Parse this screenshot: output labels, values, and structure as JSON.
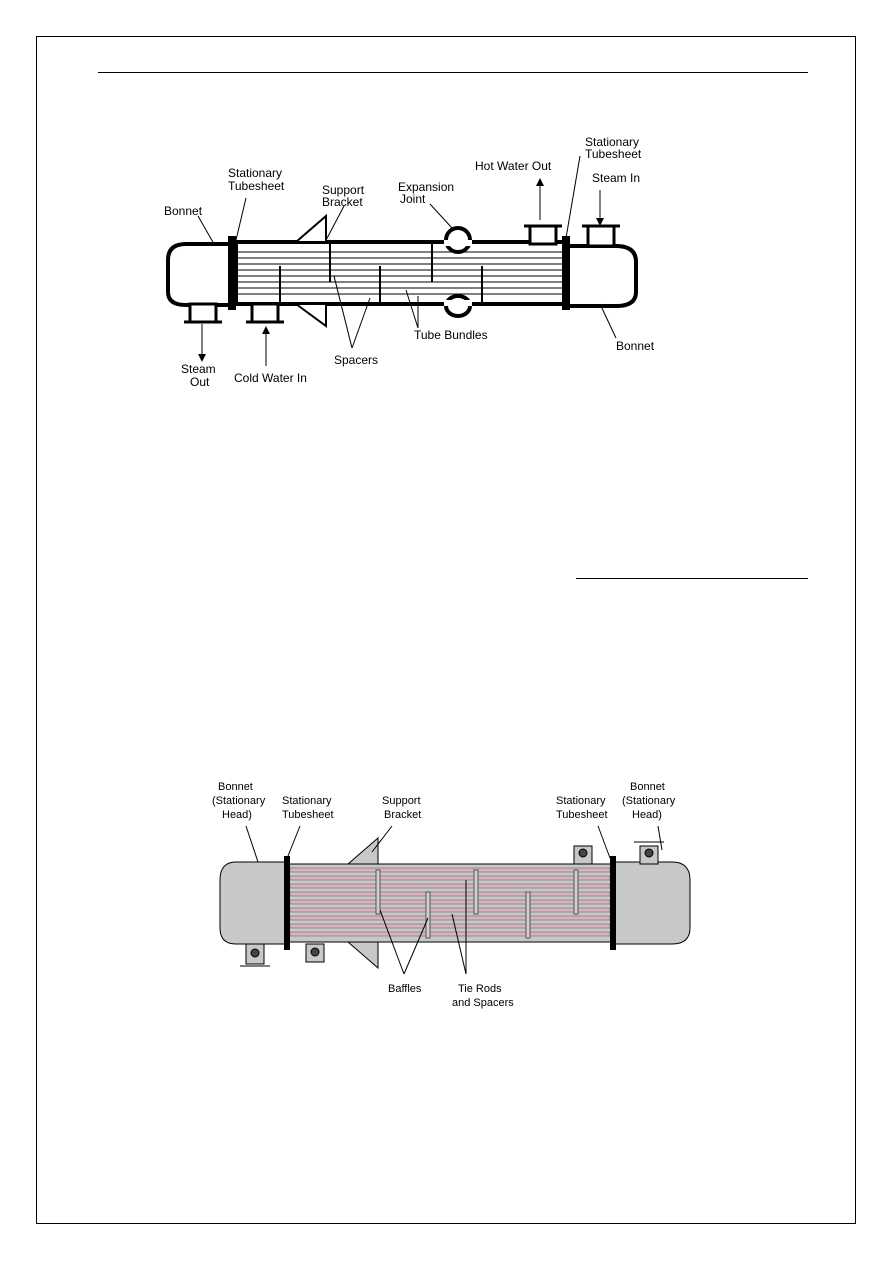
{
  "figure1": {
    "labels": {
      "stationary_tubesheet_left_1": "Stationary",
      "stationary_tubesheet_left_2": "Tubesheet",
      "support_bracket_1": "Support",
      "support_bracket_2": "Bracket",
      "expansion_joint_1": "Expansion",
      "expansion_joint_2": "Joint",
      "hot_water_out": "Hot Water Out",
      "stationary_tubesheet_right_1": "Stationary",
      "stationary_tubesheet_right_2": "Tubesheet",
      "steam_in": "Steam In",
      "bonnet_left": "Bonnet",
      "bonnet_right": "Bonnet",
      "steam_out_1": "Steam",
      "steam_out_2": "Out",
      "cold_water_in": "Cold Water In",
      "spacers": "Spacers",
      "tube_bundles": "Tube Bundles"
    }
  },
  "figure2": {
    "labels": {
      "bonnet_left_1": "Bonnet",
      "bonnet_left_2": "(Stationary",
      "bonnet_left_3": "Head)",
      "stationary_tubesheet_left_1": "Stationary",
      "stationary_tubesheet_left_2": "Tubesheet",
      "support_bracket_1": "Support",
      "support_bracket_2": "Bracket",
      "stationary_tubesheet_right_1": "Stationary",
      "stationary_tubesheet_right_2": "Tubesheet",
      "bonnet_right_1": "Bonnet",
      "bonnet_right_2": "(Stationary",
      "bonnet_right_3": "Head)",
      "baffles": "Baffles",
      "tie_rods_1": "Tie Rods",
      "tie_rods_2": "and Spacers"
    },
    "colors": {
      "shell_fill": "#c8c8c8",
      "tube_fill": "#d9b3c0"
    }
  }
}
